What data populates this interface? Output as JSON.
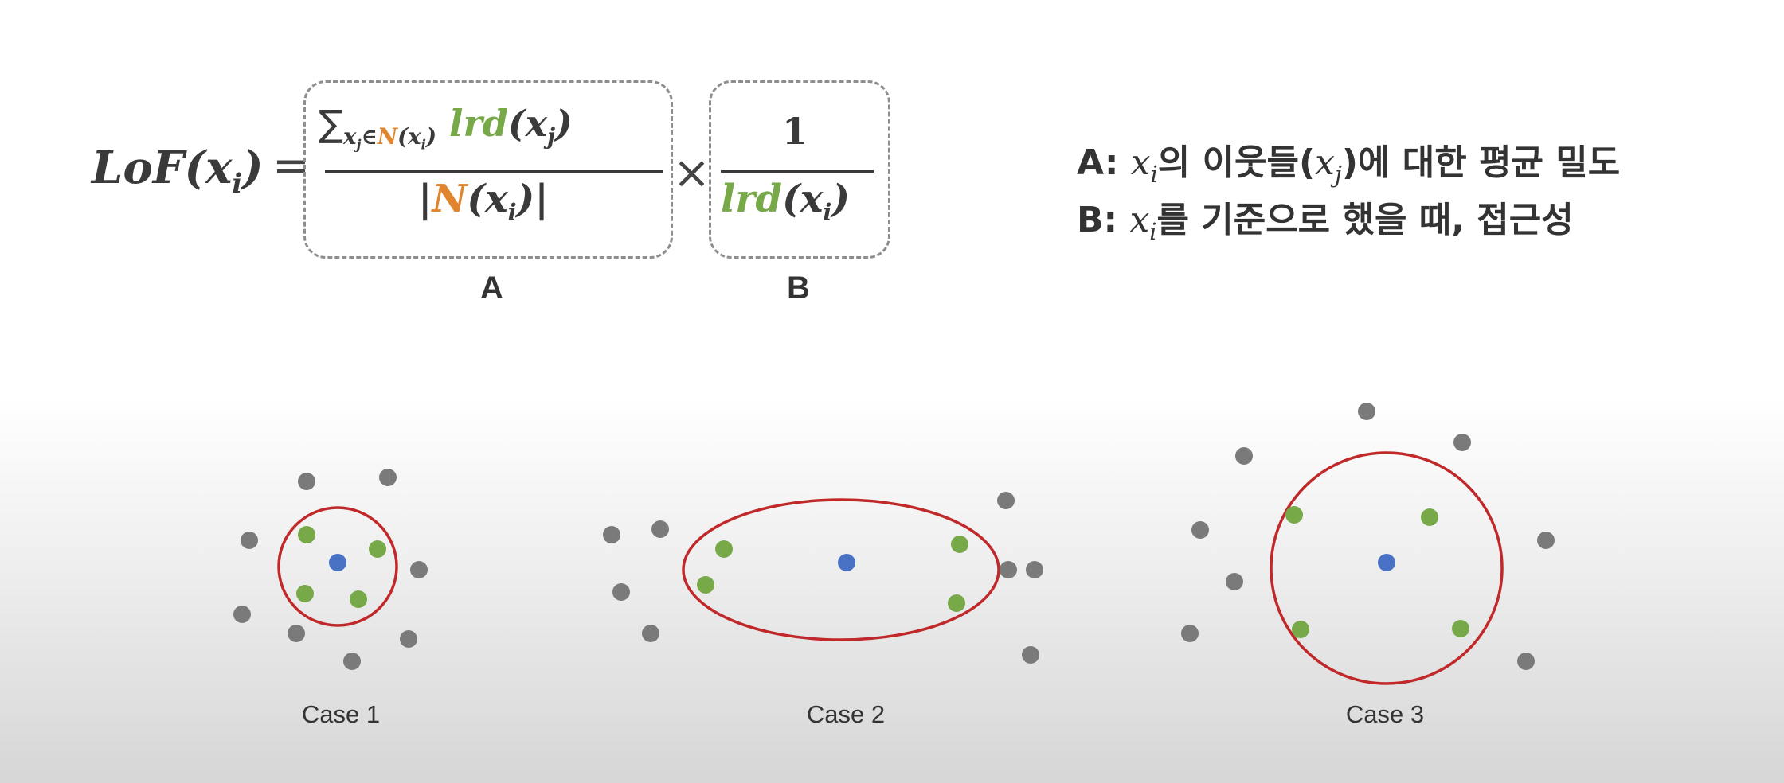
{
  "formula": {
    "lhs": "LoF(x",
    "lhs_sub": "i",
    "lhs_close": ")",
    "equals": "=",
    "times": "×",
    "num_sigma": "∑",
    "num_sub_x": "x",
    "num_sub_j": "j",
    "num_sub_in": "∈",
    "num_sub_N": "N",
    "num_sub_paren": "(x",
    "num_sub_i": "i",
    "num_sub_close": ")",
    "num_lrd": "lrd",
    "num_arg": "(x",
    "num_arg_sub": "j",
    "num_arg_close": ")",
    "den_open": "|",
    "den_N": "N",
    "den_arg": "(x",
    "den_arg_sub": "i",
    "den_close": ")|",
    "b_num": "1",
    "b_lrd": "lrd",
    "b_arg": "(x",
    "b_arg_sub": "i",
    "b_close": ")",
    "label_a": "A",
    "label_b": "B"
  },
  "descriptions": {
    "a_prefix": "A: ",
    "a_var": "x",
    "a_sub": "i",
    "a_text1": "의 이웃들(",
    "a_var2": "x",
    "a_sub2": "j",
    "a_text2": ")에 대한 평균 밀도",
    "b_prefix": "B: ",
    "b_var": "x",
    "b_sub": "i",
    "b_text": "를 기준으로 했을 때, 접근성"
  },
  "cases": [
    {
      "label": "Case 1"
    },
    {
      "label": "Case 2"
    },
    {
      "label": "Case 3"
    }
  ],
  "colors": {
    "center": "#4a72c4",
    "neighbor": "#78a948",
    "other": "#7a7a7a",
    "boundary": "#c0282a",
    "accent_green": "#78a948",
    "accent_orange": "#e0852d"
  }
}
